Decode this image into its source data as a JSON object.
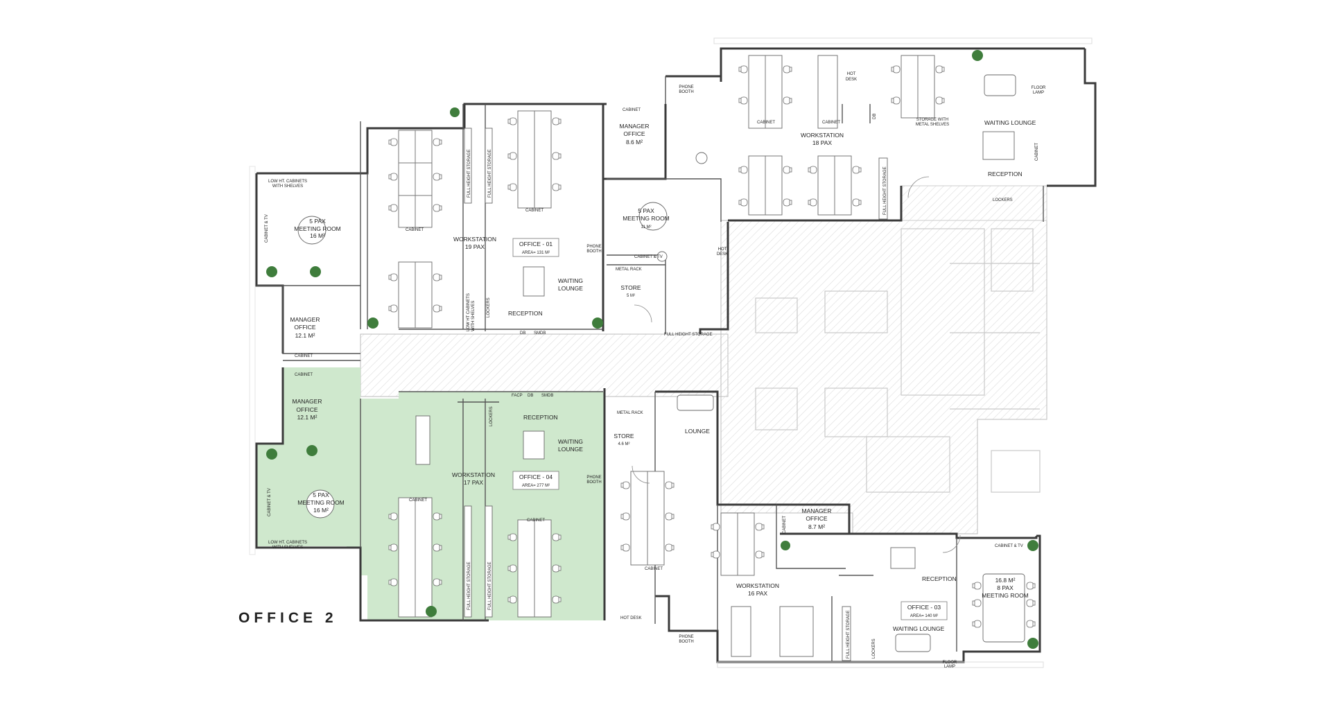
{
  "page_title": "OFFICE 2",
  "colors": {
    "highlight_office_04": "#cfe8cd",
    "walls": "#3a3a3a",
    "hatch": "#d4d4d4",
    "plant": "#3f7d3c"
  },
  "office_01": {
    "tag_name": "OFFICE - 01",
    "tag_area": "AREA= 131 M²",
    "meeting_room": [
      "5 PAX",
      "MEETING ROOM",
      "16 M²"
    ],
    "low_cabinets": [
      "LOW HT. CABINETS",
      "WITH SHELVES"
    ],
    "cabinet_tv": "CABINET & TV",
    "manager_office": [
      "MANAGER",
      "OFFICE",
      "12.1 M²"
    ],
    "cabinet": "CABINET",
    "workstation": [
      "WORKSTATION",
      "19 PAX"
    ],
    "full_height_storage": "FULL HEIGHT STORAGE",
    "reception": "RECEPTION",
    "waiting_lounge": [
      "WAITING",
      "LOUNGE"
    ],
    "phone_booth": [
      "PHONE",
      "BOOTH"
    ],
    "lockers": "LOCKERS",
    "db": "DB",
    "smdb": "SMDB",
    "low_ht_cab": [
      "LOW HT CABINETS",
      "WITH SHELVES"
    ]
  },
  "office_02": {
    "manager_office": [
      "MANAGER",
      "OFFICE",
      "8.6 M²"
    ],
    "cabinet": "CABINET",
    "meeting_room": [
      "5 PAX",
      "MEETING ROOM",
      "11 M²"
    ],
    "cabinet_tv": "CABINET & TV",
    "metal_rack": "METAL RACK",
    "store": [
      "STORE",
      "5 M²"
    ],
    "full_height_storage": "FULL HEIGHT STORAGE",
    "hot_desk_1": [
      "HOT",
      "DESK"
    ],
    "hot_desk_2": [
      "HOT",
      "DESK"
    ],
    "phone_booth": [
      "PHONE",
      "BOOTH"
    ],
    "workstation": [
      "WORKSTATION",
      "18 PAX"
    ],
    "cabinet_a": "CABINET",
    "cabinet_b": "CABINET",
    "db": "DB",
    "storage_metal": [
      "STORAGE WITH",
      "METAL SHELVES"
    ],
    "waiting_lounge": "WAITING LOUNGE",
    "reception": "RECEPTION",
    "lockers": "LOCKERS",
    "cabinet_side": "CABINET",
    "floor_lamp": [
      "FLOOR",
      "LAMP"
    ]
  },
  "office_03": {
    "tag_name": "OFFICE - 03",
    "tag_area": "AREA= 140 M²",
    "lounge": "LOUNGE",
    "store": [
      "STORE",
      "4.6 M²"
    ],
    "metal_rack": "METAL RACK",
    "workstation": [
      "WORKSTATION",
      "16 PAX"
    ],
    "manager_office": [
      "MANAGER",
      "OFFICE",
      "8.7 M²"
    ],
    "cabinet": "CABINET",
    "reception": "RECEPTION",
    "meeting_room": [
      "16.8 M²",
      "8 PAX",
      "MEETING ROOM"
    ],
    "cabinet_tv": "CABINET & TV",
    "hot_desk": "HOT DESK",
    "phone_booth": [
      "PHONE",
      "BOOTH"
    ],
    "waiting_lounge": "WAITING LOUNGE",
    "lockers": "LOCKERS",
    "full_height_storage": "FULL HEIGHT STORAGE",
    "floor_lamp": [
      "FLOOR",
      "LAMP"
    ]
  },
  "office_04": {
    "tag_name": "OFFICE - 04",
    "tag_area": "AREA= 277 M²",
    "manager_office": [
      "MANAGER",
      "OFFICE",
      "12.1 M²"
    ],
    "cabinet": "CABINET",
    "meeting_room": [
      "5 PAX",
      "MEETING ROOM",
      "16 M²"
    ],
    "low_cabinets": [
      "LOW HT. CABINETS",
      "WITH SHELVES"
    ],
    "cabinet_tv": "CABINET & TV",
    "workstation": [
      "WORKSTATION",
      "17 PAX"
    ],
    "reception": "RECEPTION",
    "waiting_lounge": [
      "WAITING",
      "LOUNGE"
    ],
    "phone_booth": [
      "PHONE",
      "BOOTH"
    ],
    "facp": "FACP",
    "db": "DB",
    "smdb": "SMDB",
    "full_height_storage": "FULL HEIGHT STORAGE",
    "lockers": "LOCKERS"
  }
}
